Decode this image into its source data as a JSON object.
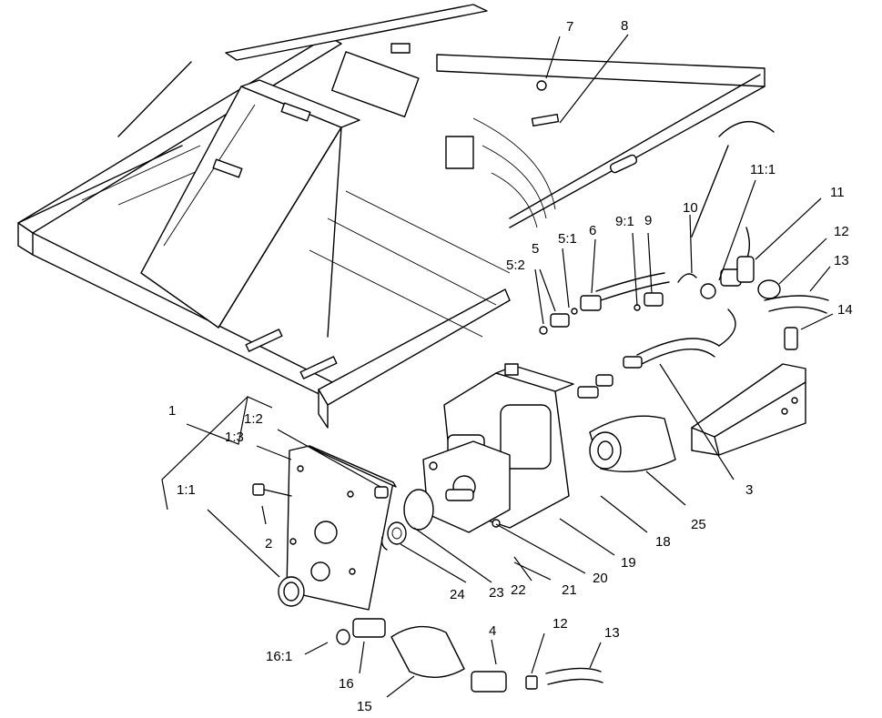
{
  "labels": {
    "l1": "1",
    "l1_1": "1:1",
    "l1_2": "1:2",
    "l1_3": "1:3",
    "l2": "2",
    "l3": "3",
    "l4": "4",
    "l5": "5",
    "l5_1": "5:1",
    "l5_2": "5:2",
    "l6": "6",
    "l7": "7",
    "l8": "8",
    "l9": "9",
    "l9_1": "9:1",
    "l10": "10",
    "l11": "11",
    "l11_1": "11:1",
    "l12a": "12",
    "l12b": "12",
    "l13a": "13",
    "l13b": "13",
    "l14": "14",
    "l15": "15",
    "l16": "16",
    "l16_1": "16:1",
    "l18": "18",
    "l19": "19",
    "l20": "20",
    "l21": "21",
    "l22": "22",
    "l23": "23",
    "l24": "24",
    "l25": "25"
  }
}
